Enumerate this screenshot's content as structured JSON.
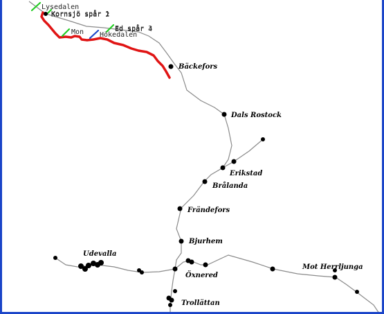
{
  "colors": {
    "background": "#ffffff",
    "rail_line": "#8a8a8a",
    "active_route": "#e01414",
    "station_dot": "#000000",
    "signal_green": "#22cc22",
    "signal_blue": "#1a44c8",
    "frame": "#1a44c8"
  },
  "places": [
    {
      "key": "backefors",
      "label": "Bäckefors"
    },
    {
      "key": "dals_rostock",
      "label": "Dals Rostock"
    },
    {
      "key": "erikstad",
      "label": "Erikstad"
    },
    {
      "key": "bralanda",
      "label": "Brålanda"
    },
    {
      "key": "frandefors",
      "label": "Frändefors"
    },
    {
      "key": "bjurhem",
      "label": "Bjurhem"
    },
    {
      "key": "udevalla",
      "label": "Udevalla"
    },
    {
      "key": "oxnered",
      "label": "Öxnered"
    },
    {
      "key": "mot_herrljunga",
      "label": "Mot Herrljunga"
    },
    {
      "key": "trollattan",
      "label": "Trollättan"
    }
  ],
  "stations": [
    {
      "key": "lysedalen",
      "label": "Lysedalen"
    },
    {
      "key": "kornsjo_a",
      "label": "Kornsjö spår 1"
    },
    {
      "key": "kornsjo_b",
      "label": "Kornsjö spår 2"
    },
    {
      "key": "mon",
      "label": "Mon"
    },
    {
      "key": "ed_a",
      "label": "Ed spår 3"
    },
    {
      "key": "ed_b",
      "label": "Ed spår 4"
    },
    {
      "key": "hokedalen",
      "label": "Hökedalen"
    }
  ]
}
